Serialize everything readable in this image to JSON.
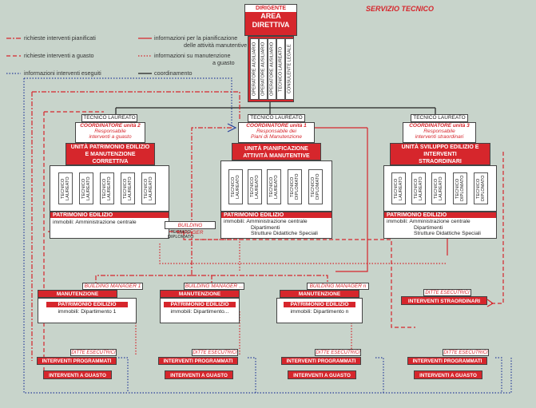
{
  "title": "SERVIZIO TECNICO",
  "top": {
    "line1": "DIRIGENTE",
    "line2": "AREA",
    "line3": "DIRETTIVA"
  },
  "staff": [
    "OPERATORE AUSILIARIO",
    "OPERATORE AUSILIARIO",
    "OPERATORE AUSILIARIO",
    "TECNICO LAUREATO",
    "CONSULENTE LEGALE"
  ],
  "legend": {
    "l1": "richieste interventi pianificati",
    "l2": "richieste interventi a guasto",
    "l3": "informazioni interventi eseguiti",
    "r1a": "informazioni per la pianificazione",
    "r1b": "delle attività manutentive",
    "r2a": "informazioni su manutenzione",
    "r2b": "a guasto",
    "r3": "coordinamento"
  },
  "units": [
    {
      "tecnico": "TECNICO LAUREATO",
      "coord": "COORDINATORE unità 2",
      "resp1": "Responsabile",
      "resp2": "interventi a guasto",
      "name1": "UNITÀ PATRIMONIO EDILIZIO",
      "name2": "E MANUTENZIONE",
      "name3": "CORRETTIVA",
      "staff": [
        "TECNICO LAUREATO",
        "TECNICO LAUREATO",
        "TECNICO LAUREATO",
        "TECNICO LAUREATO",
        "TECNICO LAUREATO"
      ],
      "pe": "PATRIMONIO EDILIZIO",
      "imm1": "immobili: Amministrazione centrale",
      "imm2": "",
      "imm3": ""
    },
    {
      "tecnico": "TECNICO LAUREATO",
      "coord": "COORDINATORE unità 1",
      "resp1": "Responsabile dei",
      "resp2": "Piani di Manutenzione",
      "name1": "UNITÀ PIANIFICAZIONE",
      "name2": "ATTIVITÀ MANUTENTIVE",
      "name3": "",
      "staff": [
        "TECNICO LAUREATO",
        "TECNICO LAUREATO",
        "TECNICO LAUREATO",
        "TECNICO DIPLOMATO",
        "TECNICO DIPLOMATO"
      ],
      "pe": "PATRIMONIO EDILIZIO",
      "imm1": "immobili: Amministrazione centrale",
      "imm2": "Dipartimenti",
      "imm3": "Strutture Didattiche Speciali"
    },
    {
      "tecnico": "TECNICO LAUREATO",
      "coord": "COORDINATORE unità 3",
      "resp1": "Responsabile",
      "resp2": "interventi straordinari",
      "name1": "UNITÀ SVILUPPO EDILIZIO E",
      "name2": "INTERVENTI",
      "name3": "STRAORDINARI",
      "staff": [
        "TECNICO LAUREATO",
        "TECNICO LAUREATO",
        "TECNICO LAUREATO",
        "TECNICO DIPLOMATO",
        "TECNICO DIPLOMATO"
      ],
      "pe": "PATRIMONIO EDILIZIO",
      "imm1": "immobili: Amministrazione centrale",
      "imm2": "Dipartimenti",
      "imm3": "Strutture Didattiche Speciali"
    }
  ],
  "bm_main": {
    "label": "BUILDING MANAGER",
    "sub": "TECNICO DIPLOMATO"
  },
  "bms": [
    {
      "label": "BUILDING MANAGER 1",
      "man": "MANUTENZIONE",
      "pe": "PATRIMONIO EDILIZIO",
      "imm": "immobili: Dipartimento 1"
    },
    {
      "label": "BUILDING MANAGER ...",
      "man": "MANUTENZIONE",
      "pe": "PATRIMONIO EDILIZIO",
      "imm": "immobili: Dipartimento..."
    },
    {
      "label": "BUILDING MANAGER n",
      "man": "MANUTENZIONE",
      "pe": "PATRIMONIO EDILIZIO",
      "imm": "immobili: Dipartimento n"
    }
  ],
  "straord": {
    "label": "DITTE ESECUTRICI",
    "box": "INTERVENTI STRAORDINARI"
  },
  "ditte": [
    {
      "label": "DITTE ESECUTRICI",
      "prog": "INTERVENTI PROGRAMMATI",
      "guasto": "INTERVENTI A GUASTO"
    },
    {
      "label": "DITTE ESECUTRICI",
      "prog": "INTERVENTI PROGRAMMATI",
      "guasto": "INTERVENTI A GUASTO"
    },
    {
      "label": "DITTE ESECUTRICI",
      "prog": "INTERVENTI PROGRAMMATI",
      "guasto": "INTERVENTI A GUASTO"
    },
    {
      "label": "DITTE ESECUTRICI",
      "prog": "INTERVENTI PROGRAMMATI",
      "guasto": "INTERVENTI A GUASTO"
    }
  ],
  "colors": {
    "red": "#d6262c",
    "blue": "#2a3f9a",
    "bg": "#c8d4cb"
  }
}
